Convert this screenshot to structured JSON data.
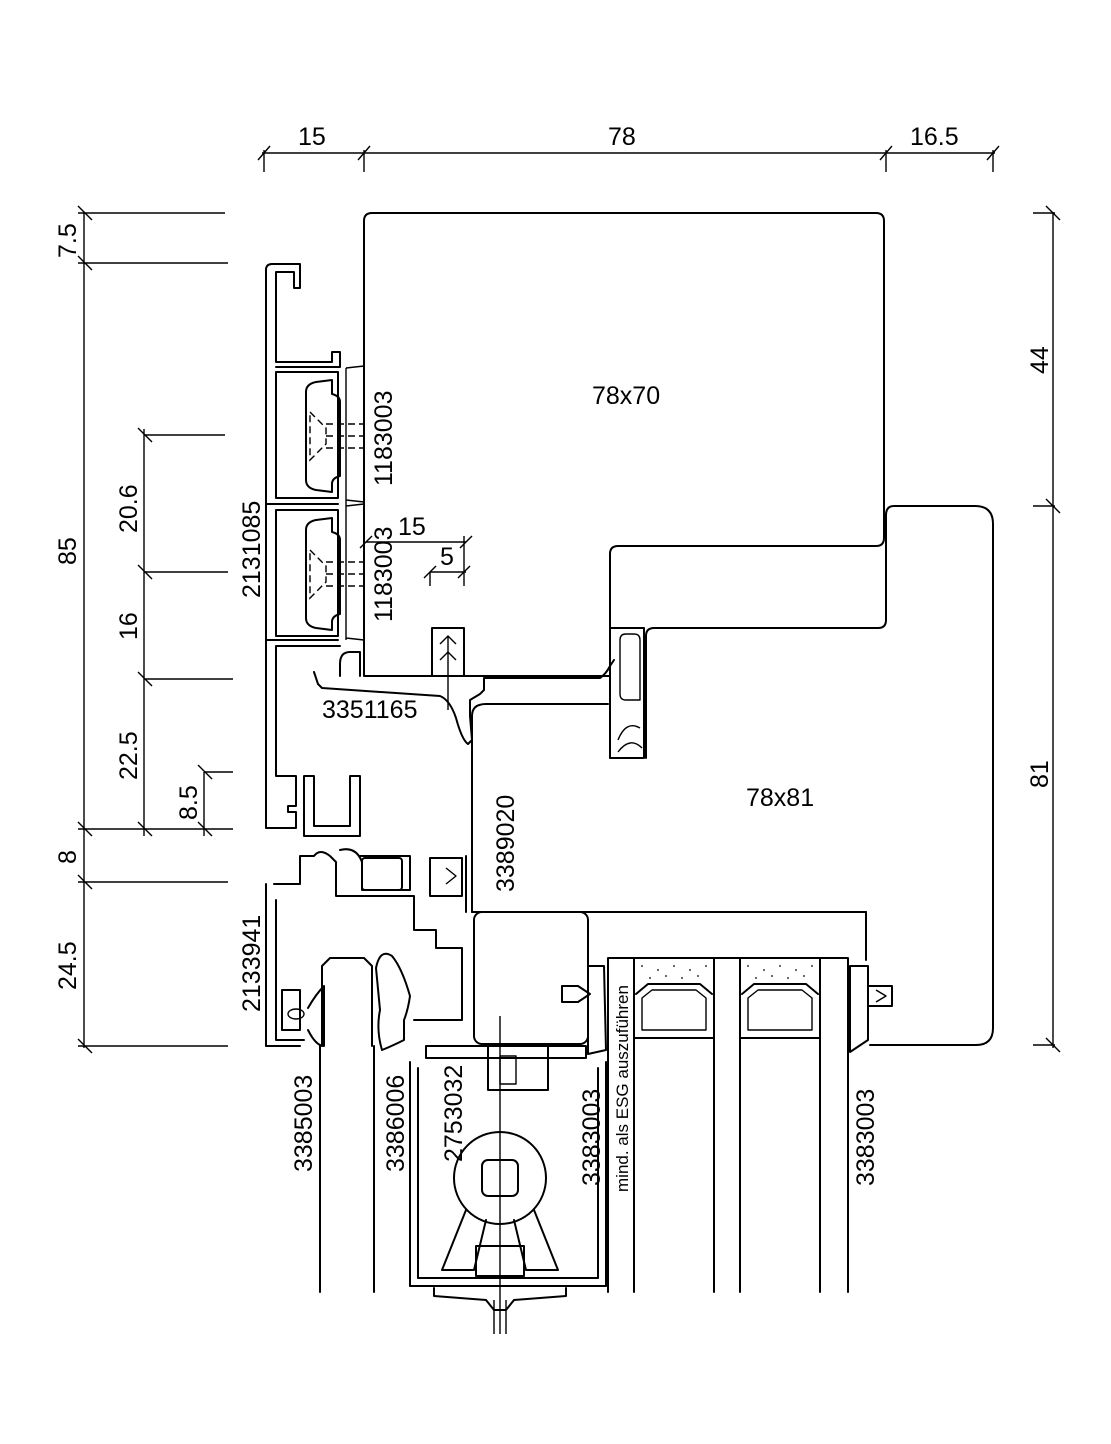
{
  "drawing": {
    "type": "window-section-detail",
    "line_color": "#000000",
    "background": "#ffffff"
  },
  "dimensions": {
    "top": [
      "15",
      "78",
      "16.5"
    ],
    "left_outer": [
      "7.5",
      "85",
      "8",
      "24.5"
    ],
    "left_inner": [
      "20.6",
      "16",
      "22.5"
    ],
    "left_small": "8.5",
    "right": [
      "44",
      "81"
    ],
    "detail_15": "15",
    "detail_5": "5"
  },
  "sections": {
    "upper": "78x70",
    "lower": "78x81"
  },
  "parts": {
    "p2131085": "2131085",
    "p1183003_a": "1183003",
    "p1183003_b": "1183003",
    "p3351165": "3351165",
    "p3389020": "3389020",
    "p2133941": "2133941",
    "p3385003": "3385003",
    "p3386006": "3386006",
    "p2753032": "2753032",
    "p3383003_a": "3383003",
    "p3383003_b": "3383003"
  },
  "notes": {
    "glass": "mind. als ESG auszuführen"
  }
}
